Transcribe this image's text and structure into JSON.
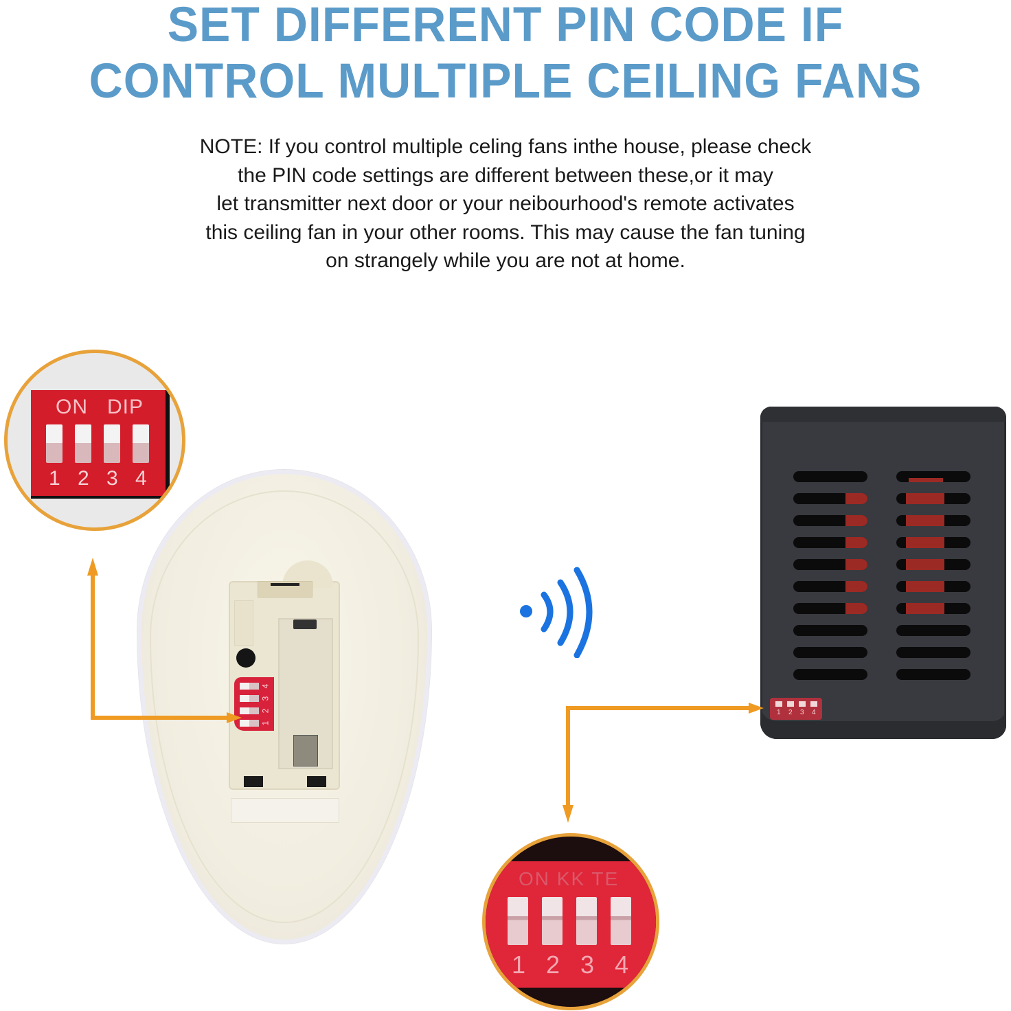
{
  "header": {
    "title_line1": "SET DIFFERENT PIN CODE IF",
    "title_line2": "CONTROL MULTIPLE CEILING FANS",
    "title_color": "#5b9bc9"
  },
  "note": {
    "lines": [
      "NOTE: If you control multiple celing fans inthe house, please check",
      "the PIN code settings are different between these,or it may",
      "let transmitter next door or your neibourhood's remote activates",
      "this ceiling fan in your other rooms. This may cause the fan tuning",
      "on strangely while you are not at home."
    ]
  },
  "remote_dip_closeup": {
    "label_on": "ON",
    "label_dip": "DIP",
    "switch_numbers": [
      "1",
      "2",
      "3",
      "4"
    ]
  },
  "receiver_dip_closeup": {
    "label": "ON KK TE",
    "switch_numbers": [
      "1",
      "2",
      "3",
      "4"
    ]
  },
  "remote_mini_dip": {
    "switch_numbers": [
      "1",
      "2",
      "3",
      "4"
    ]
  },
  "receiver_dip": {
    "switch_numbers": [
      "1",
      "2",
      "3",
      "4"
    ]
  },
  "colors": {
    "arrow": "#ef9a22",
    "magnifier_ring": "#e8a23a",
    "dip_red": "#d41d2b",
    "wireless_blue": "#1a73e0",
    "receiver_body": "#383a3f",
    "remote_body": "#f1ede0"
  },
  "icons": {
    "wireless": "wireless-signal-icon"
  }
}
